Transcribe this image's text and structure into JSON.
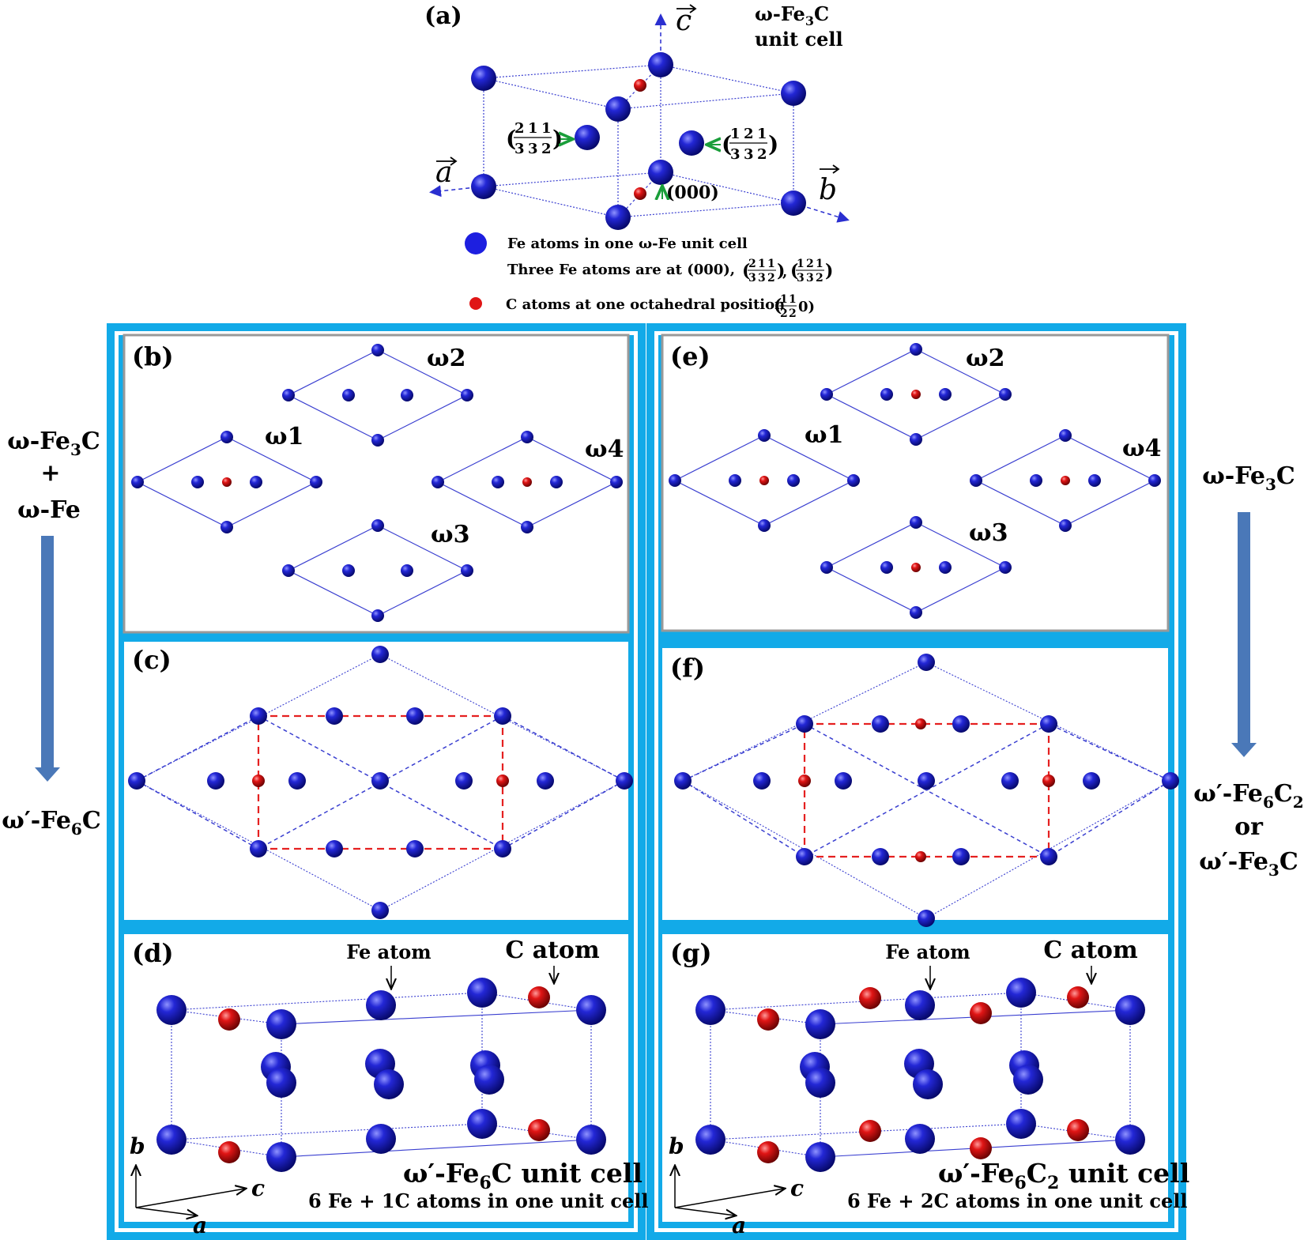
{
  "colors": {
    "fe": "#1d1fc8",
    "c": "#d11212",
    "frame": "#12aae8",
    "panel_border_b": "#999999",
    "line": "#3a3fd0",
    "red_dash": "#e52020",
    "arrow": "#4a78b8",
    "green": "#1a9e3a"
  },
  "panel_a": {
    "label": "(a)",
    "title_line1_pre": "ω-Fe",
    "title_line1_sub": "3",
    "title_line1_post": "C",
    "title_line2": "unit cell",
    "axis_a": "a",
    "axis_b": "b",
    "axis_c": "c",
    "pos_left_open": "(",
    "pos_left_num": [
      "2",
      "1",
      "1"
    ],
    "pos_den": [
      "3",
      "3",
      "2"
    ],
    "pos_right_num": [
      "1",
      "2",
      "1"
    ],
    "pos_close": ")",
    "origin": "(000)",
    "legend_fe_line1": "Fe atoms in one ω-Fe unit cell",
    "legend_fe_line2": "Three Fe atoms are at (000),",
    "legend_c": "C atoms at one octahedral position",
    "legend_c_frac_num": [
      "1",
      "1"
    ],
    "legend_c_frac_den": [
      "2",
      "2"
    ],
    "legend_c_tail": "0)"
  },
  "left_side": {
    "line1_pre": "ω-Fe",
    "line1_sub": "3",
    "line1_post": "C",
    "plus": "+",
    "line2": "ω-Fe",
    "result_pre": "ω′-Fe",
    "result_sub": "6",
    "result_post": "C"
  },
  "right_side": {
    "line1_pre": "ω-Fe",
    "line1_sub": "3",
    "line1_post": "C",
    "result1_pre": "ω′-Fe",
    "result1_sub": "6",
    "result1_mid": "C",
    "result1_sub2": "2",
    "or": "or",
    "result2_pre": "ω′-Fe",
    "result2_sub": "3",
    "result2_post": "C"
  },
  "panel_b": {
    "label": "(b)",
    "w1": "ω1",
    "w2": "ω2",
    "w3": "ω3",
    "w4": "ω4"
  },
  "panel_c": {
    "label": "(c)"
  },
  "panel_d": {
    "label": "(d)",
    "fe_atom": "Fe atom",
    "c_atom": "C atom",
    "cell_pre": "ω′-Fe",
    "cell_sub": "6",
    "cell_post": "C unit cell",
    "cell_note": "6 Fe + 1C atoms in one unit cell",
    "ax_b": "b",
    "ax_c": "c",
    "ax_a": "a"
  },
  "panel_e": {
    "label": "(e)",
    "w1": "ω1",
    "w2": "ω2",
    "w3": "ω3",
    "w4": "ω4"
  },
  "panel_f": {
    "label": "(f)"
  },
  "panel_g": {
    "label": "(g)",
    "fe_atom": "Fe atom",
    "c_atom": "C atom",
    "cell_pre": "ω′-Fe",
    "cell_sub": "6",
    "cell_mid": "C",
    "cell_sub2": "2",
    "cell_post": " unit cell",
    "cell_note": "6 Fe + 2C atoms in one unit cell",
    "ax_b": "b",
    "ax_c": "c",
    "ax_a": "a"
  }
}
